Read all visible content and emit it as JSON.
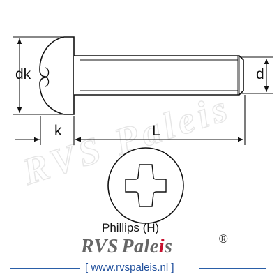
{
  "drawing": {
    "labels": {
      "head_diameter": "dk",
      "thread_diameter": "d",
      "head_height": "k",
      "length": "L"
    },
    "drive": {
      "caption": "Phillips (H)"
    },
    "watermark": "RVS Paleis"
  },
  "brand": {
    "logo_first": "RVS",
    "logo_second": "Paleis",
    "registered_symbol": "®",
    "website": "[ www.rvspaleis.nl ]"
  },
  "colors": {
    "line": "#111111",
    "brand_grey": "#666666",
    "brand_red": "#c8102e",
    "website_blue": "#1f4f9c"
  }
}
